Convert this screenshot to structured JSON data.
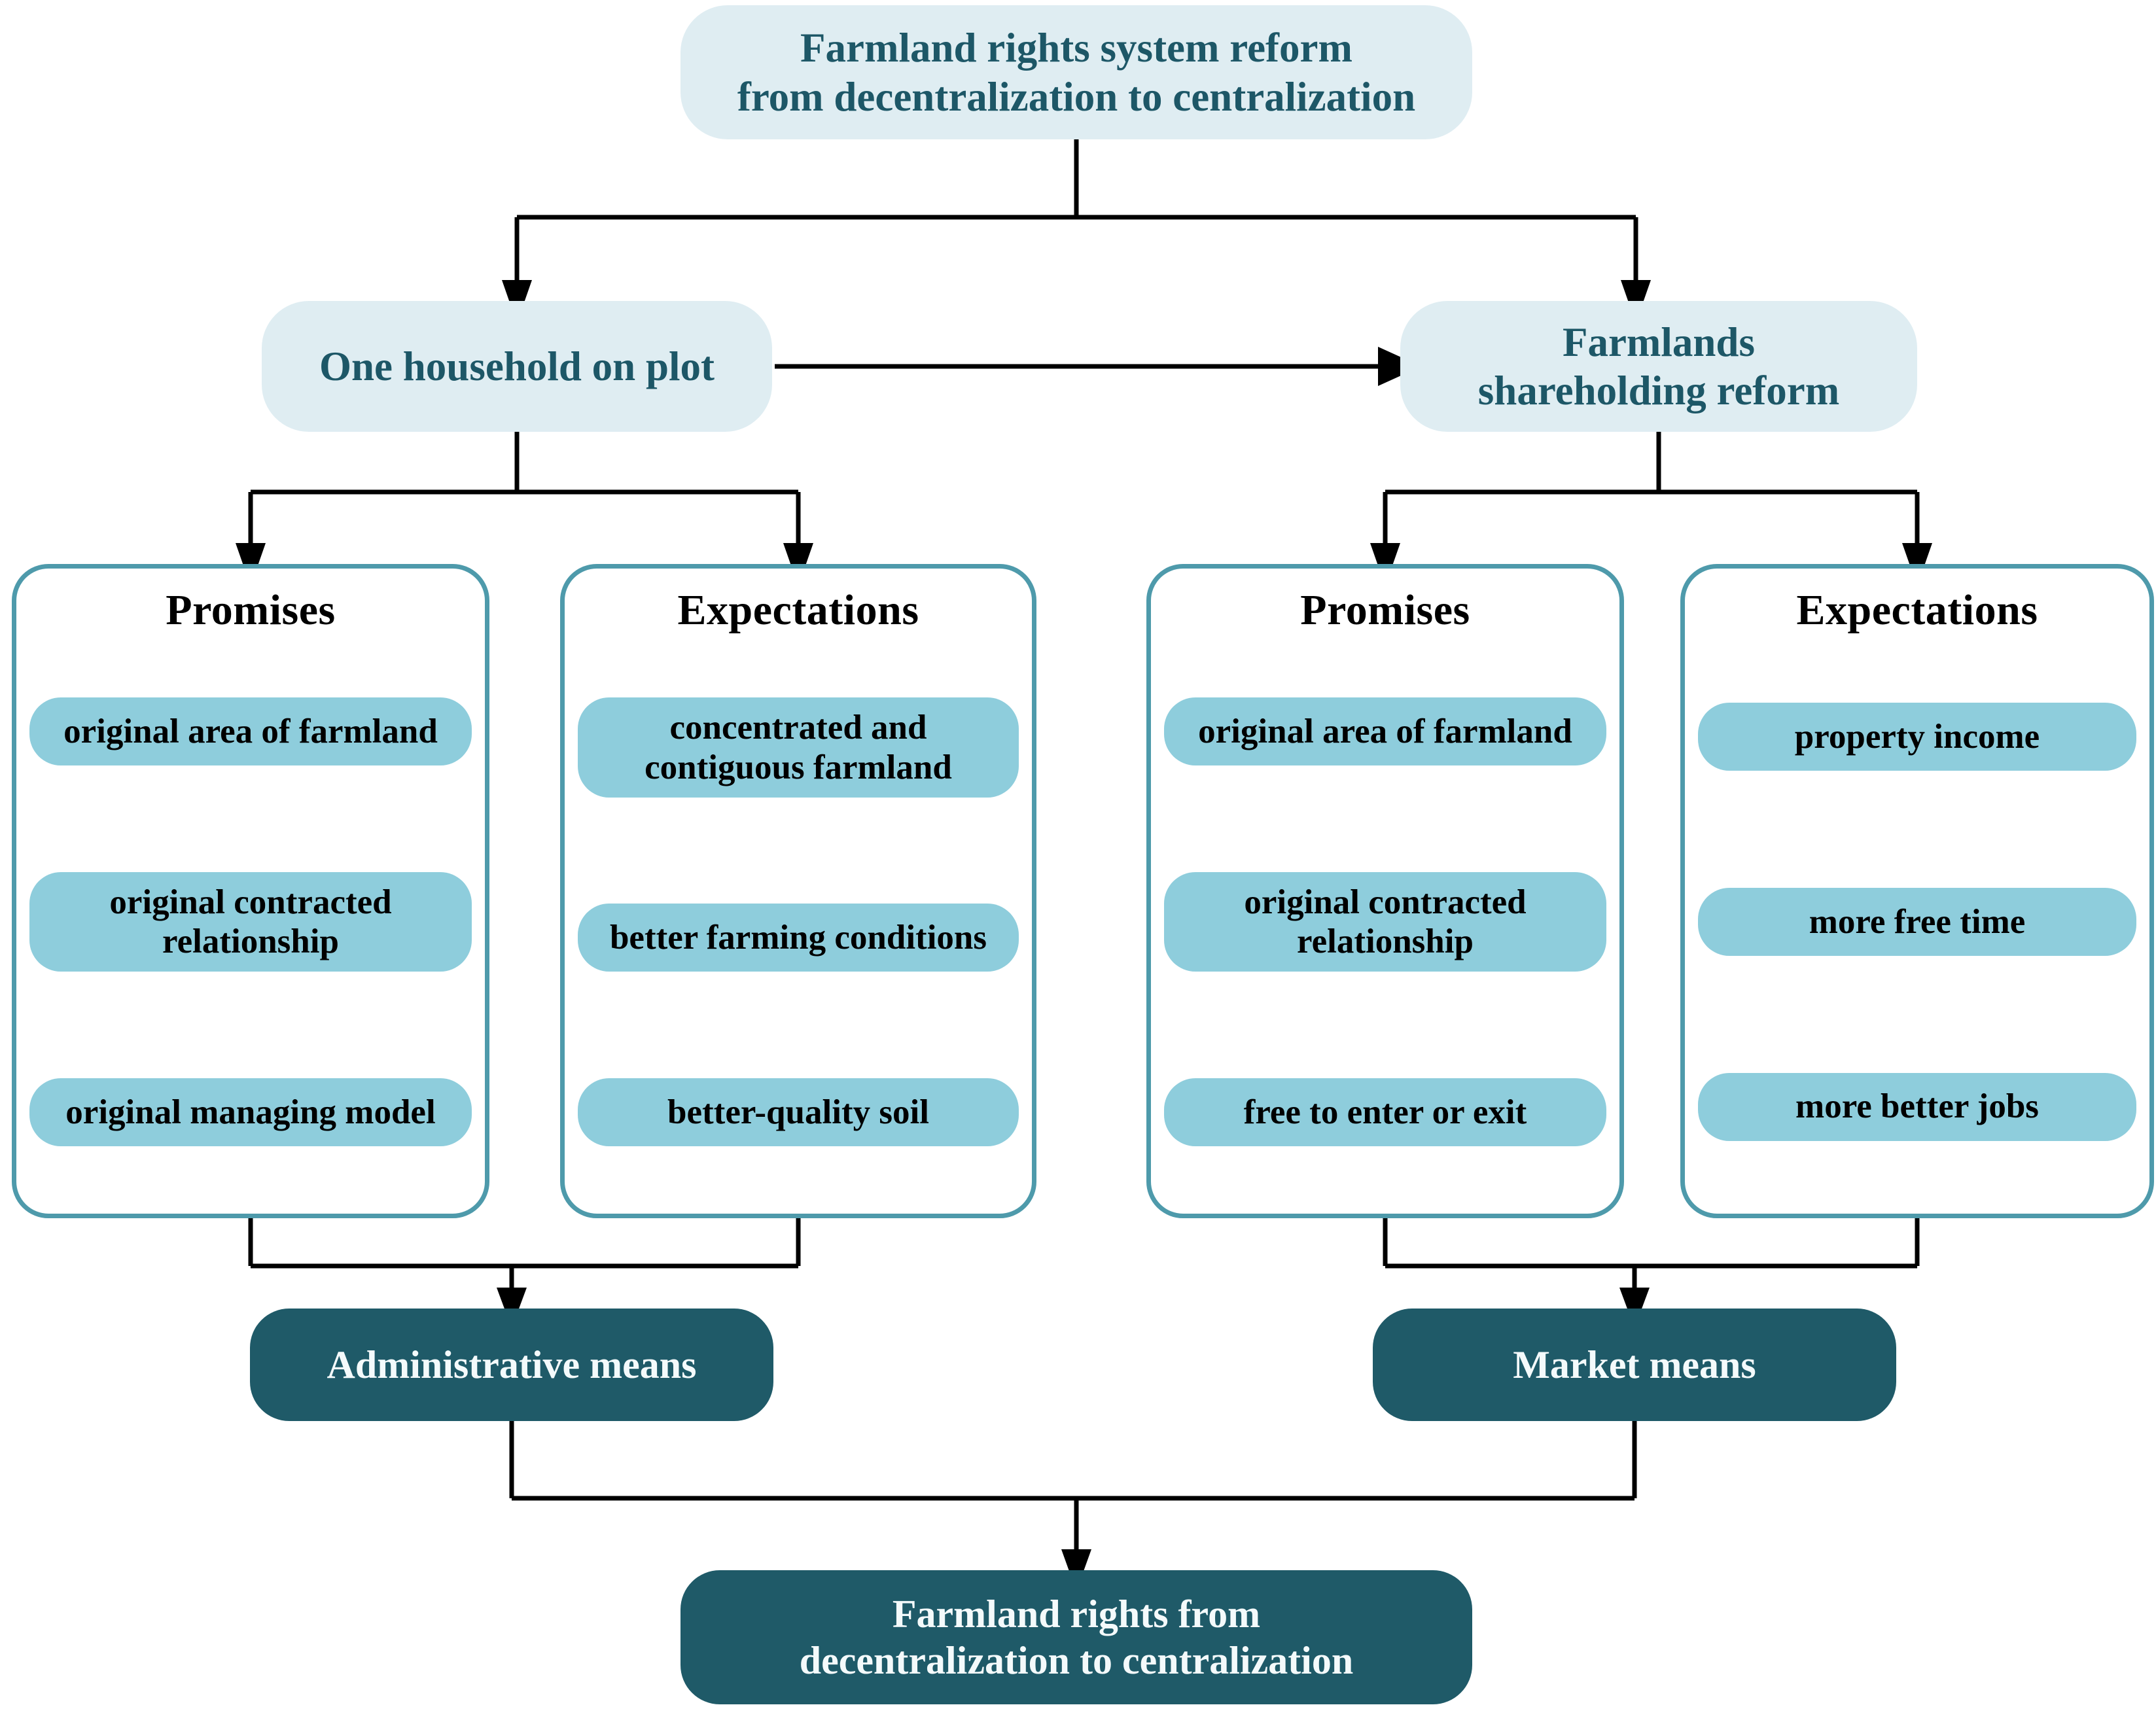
{
  "diagram": {
    "root": {
      "label": "Farmland rights system reform from decentralization to centralization",
      "line1": "Farmland rights system reform",
      "line2": "from decentralization to centralization"
    },
    "branches": {
      "left": {
        "label": "One household on plot"
      },
      "right": {
        "line1": "Farmlands",
        "line2": "shareholding reform",
        "label": "Farmlands shareholding reform"
      }
    },
    "panels": [
      {
        "id": "left-promises",
        "title": "Promises",
        "items": [
          "original area of farmland",
          "original contracted relationship",
          "original managing model"
        ]
      },
      {
        "id": "left-expectations",
        "title": "Expectations",
        "items": [
          "concentrated and contiguous farmland",
          "better farming conditions",
          "better-quality soil"
        ]
      },
      {
        "id": "right-promises",
        "title": "Promises",
        "items": [
          "original area of farmland",
          "original contracted relationship",
          "free to enter or exit"
        ]
      },
      {
        "id": "right-expectations",
        "title": "Expectations",
        "items": [
          "property income",
          "more free time",
          "more better jobs"
        ]
      }
    ],
    "outcomes": {
      "left": "Administrative means",
      "right": "Market means"
    },
    "final": {
      "line1": "Farmland rights from",
      "line2": "decentralization to centralization",
      "label": "Farmland rights from decentralization to centralization"
    },
    "colors": {
      "light_box_bg": "#dfedf2",
      "light_box_text": "#1d5767",
      "pill_bg": "#8ecddc",
      "pill_text": "#000000",
      "panel_border": "#4e9aab",
      "panel_bg": "#ffffff",
      "dark_box_bg": "#1f5a68",
      "dark_box_text": "#f4fafb",
      "connector": "#000000",
      "page_bg": "#ffffff"
    }
  }
}
